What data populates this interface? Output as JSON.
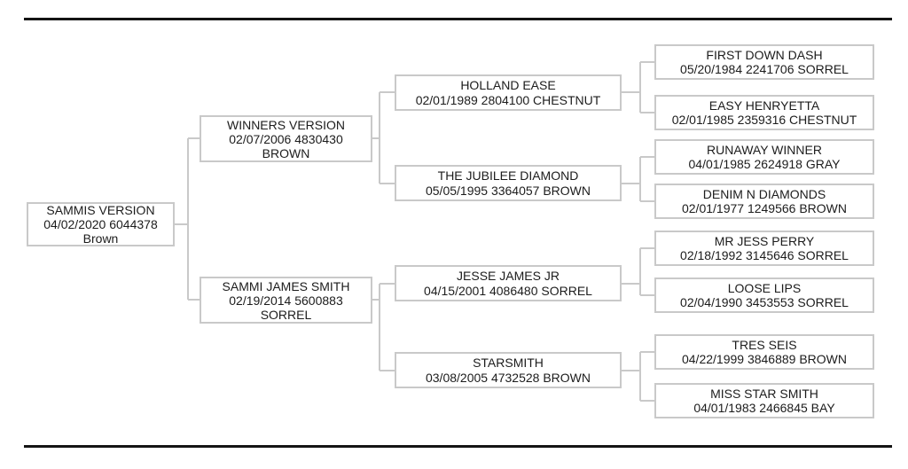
{
  "pedigree": {
    "root": {
      "name": "SAMMIS VERSION",
      "details": "04/02/2020 6044378",
      "color": "Brown"
    },
    "sire": {
      "name": "WINNERS VERSION",
      "details": "02/07/2006 4830430",
      "color": "BROWN"
    },
    "dam": {
      "name": "SAMMI JAMES SMITH",
      "details": "02/19/2014 5600883",
      "color": "SORREL"
    },
    "gen2": [
      {
        "name": "HOLLAND EASE",
        "details": "02/01/1989 2804100 CHESTNUT"
      },
      {
        "name": "THE JUBILEE DIAMOND",
        "details": "05/05/1995 3364057 BROWN"
      },
      {
        "name": "JESSE JAMES JR",
        "details": "04/15/2001 4086480 SORREL"
      },
      {
        "name": "STARSMITH",
        "details": "03/08/2005 4732528 BROWN"
      }
    ],
    "gen3": [
      {
        "name": "FIRST DOWN DASH",
        "details": "05/20/1984 2241706 SORREL"
      },
      {
        "name": "EASY HENRYETTA",
        "details": "02/01/1985 2359316 CHESTNUT"
      },
      {
        "name": "RUNAWAY WINNER",
        "details": "04/01/1985 2624918 GRAY"
      },
      {
        "name": "DENIM N DIAMONDS",
        "details": "02/01/1977 1249566 BROWN"
      },
      {
        "name": "MR JESS PERRY",
        "details": "02/18/1992 3145646 SORREL"
      },
      {
        "name": "LOOSE LIPS",
        "details": "02/04/1990 3453553 SORREL"
      },
      {
        "name": "TRES SEIS",
        "details": "04/22/1999 3846889 BROWN"
      },
      {
        "name": "MISS STAR SMITH",
        "details": "04/01/1983 2466845 BAY"
      }
    ]
  },
  "colors": {
    "box_border": "#c9c9c9",
    "connector_line": "#c9c9c9",
    "horizontal_rule": "#141414",
    "text": "#1c1c1c",
    "background": "#ffffff"
  }
}
